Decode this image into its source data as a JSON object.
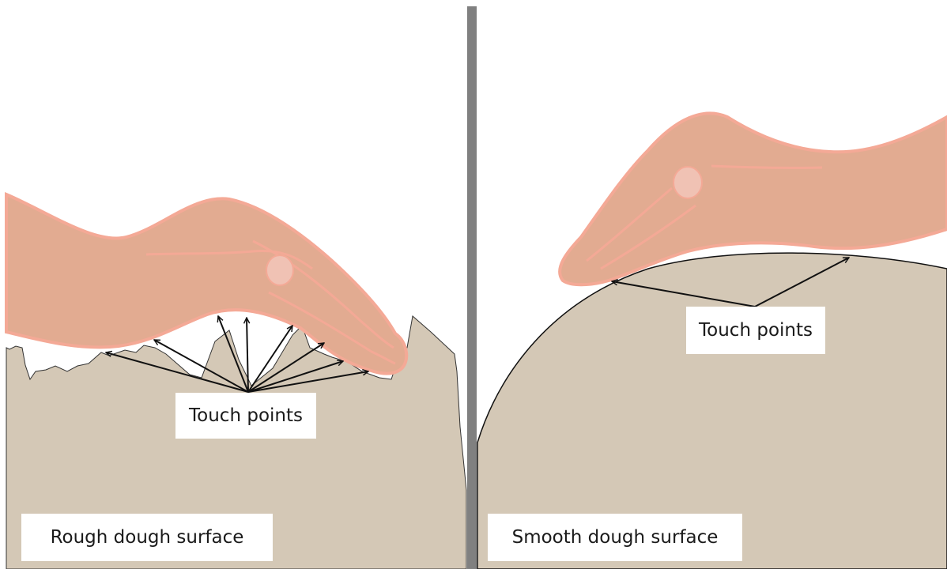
{
  "left_panel": {
    "touch_label": "Touch points",
    "surface_label": "Rough dough surface"
  },
  "right_panel": {
    "touch_label": "Touch points",
    "surface_label": "Smooth dough surface"
  },
  "colors": {
    "dough": "#d4c8b6",
    "hand_fill": "#e2ab91",
    "hand_outline": "#f4a996",
    "divider": "#808080",
    "arrow": "#111111"
  }
}
